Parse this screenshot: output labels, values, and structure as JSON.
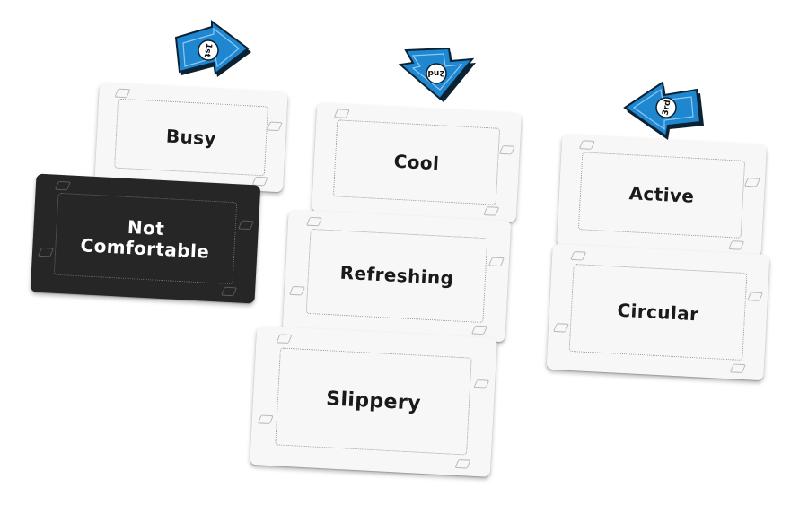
{
  "colors": {
    "card_light": "#f7f7f7",
    "card_dark": "#262626",
    "marker_blue": "#1f86d0",
    "marker_edge": "#0b2233"
  },
  "markers": [
    {
      "label": "1st",
      "icon": "arrow-right-icon"
    },
    {
      "label": "2nd",
      "icon": "arrow-down-icon"
    },
    {
      "label": "3rd",
      "icon": "arrow-left-icon"
    }
  ],
  "cards": {
    "busy": "Busy",
    "not_comfortable": "Not\nComfortable",
    "cool": "Cool",
    "refreshing": "Refreshing",
    "slippery": "Slippery",
    "active": "Active",
    "circular": "Circular"
  }
}
